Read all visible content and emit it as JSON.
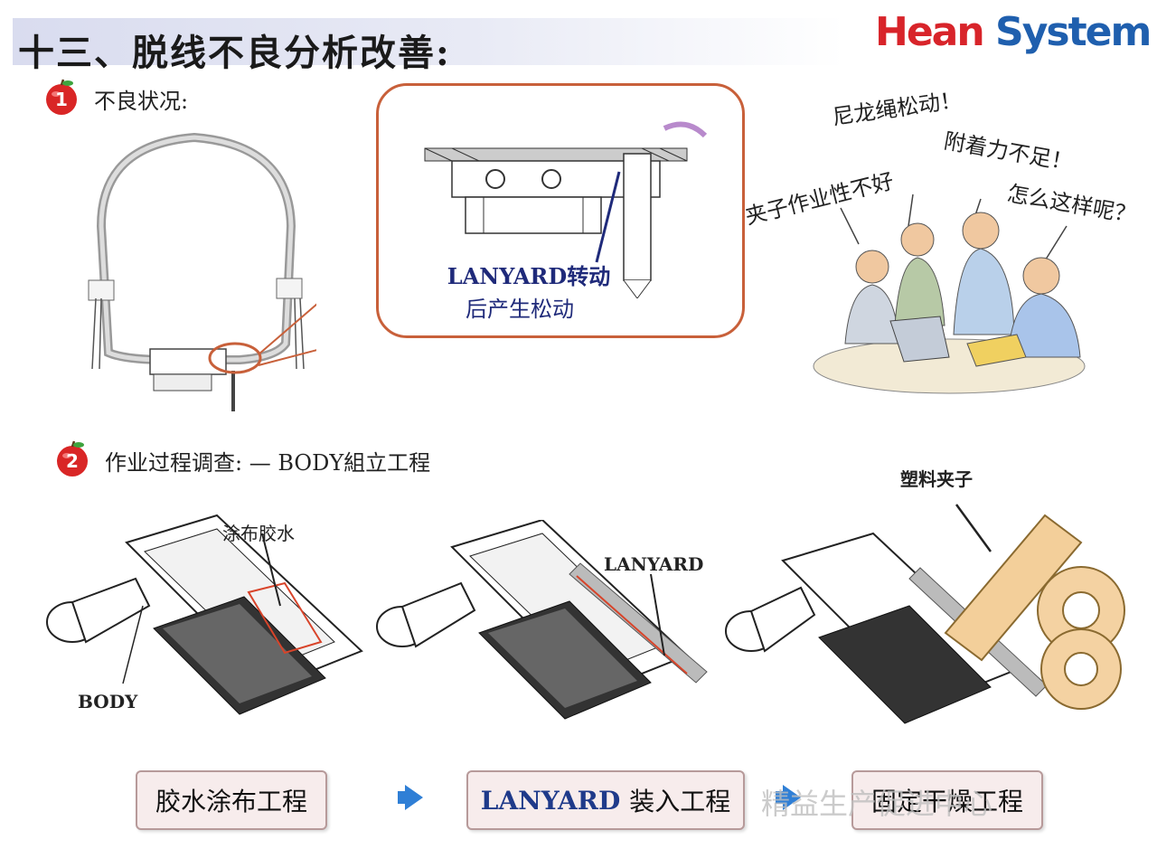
{
  "header": {
    "title": "十三、脱线不良分析改善:",
    "logo_part1": "Hean",
    "logo_part2": "System"
  },
  "sections": [
    {
      "number": "1",
      "label": "不良状况:"
    },
    {
      "number": "2",
      "label": "作业过程调查: — BODY組立工程"
    }
  ],
  "callout": {
    "line1": "LANYARD转动",
    "line2": "后产生松动"
  },
  "speech": {
    "bubble1": "尼龙绳松动！",
    "bubble2": "附着力不足！",
    "bubble3": "怎么这样呢？",
    "bubble4": "夹子作业性不好"
  },
  "figure_labels": {
    "glue": "涂布胶水",
    "body": "BODY",
    "lanyard": "LANYARD",
    "clip": "塑料夹子"
  },
  "process_steps": [
    {
      "en": "",
      "cn": "胶水涂布工程"
    },
    {
      "en": "LANYARD",
      "cn": "装入工程"
    },
    {
      "en": "",
      "cn": "固定干燥工程"
    }
  ],
  "watermark": "精益生产促进中心",
  "colors": {
    "accent_red": "#d8242a",
    "brand_blue": "#1f5fae",
    "callout_border": "#c8603a",
    "arrow_blue": "#2f7fd6"
  }
}
